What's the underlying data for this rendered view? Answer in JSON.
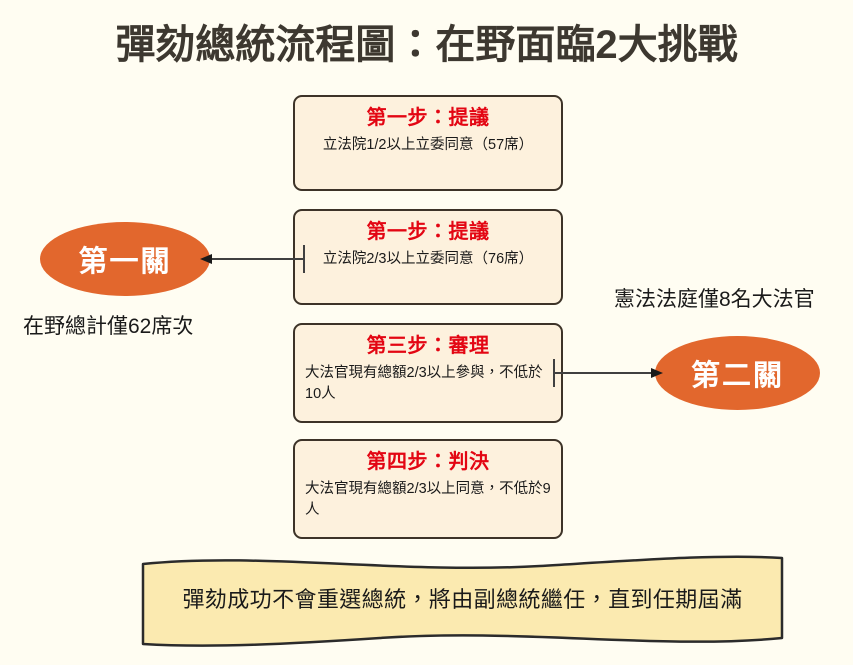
{
  "page": {
    "title": "彈劾總統流程圖：在野面臨2大挑戰",
    "background_color": "#fffdf2",
    "title_color": "#3d3830"
  },
  "colors": {
    "box_fill": "#fdf1dd",
    "box_border": "#3d3328",
    "step_title": "#e30613",
    "gate_fill": "#e2672d",
    "gate_text": "#ffffff",
    "banner_fill": "#fbeab0",
    "banner_border": "#2b2b2b",
    "arrow": "#404040"
  },
  "steps": [
    {
      "title": "第一步：提議",
      "desc": "立法院1/2以上立委同意（57席）",
      "align": "centered"
    },
    {
      "title": "第一步：提議",
      "desc": "立法院2/3以上立委同意（76席）",
      "align": "centered"
    },
    {
      "title": "第三步：審理",
      "desc": "大法官現有總額2/3以上參與，不低於10人",
      "align": "left"
    },
    {
      "title": "第四步：判決",
      "desc": "大法官現有總額2/3以上同意，不低於9人",
      "align": "left"
    }
  ],
  "gates": [
    {
      "label": "第一關",
      "caption": "在野總計僅62席次"
    },
    {
      "label": "第二關",
      "caption": "憲法法庭僅8名大法官"
    }
  ],
  "banner": {
    "text": "彈劾成功不會重選總統，將由副總統繼任，直到任期屆滿"
  },
  "arrows": [
    {
      "name": "arrow-left",
      "direction": "left",
      "from": "step-2",
      "to": "gate-1"
    },
    {
      "name": "arrow-right",
      "direction": "right",
      "from": "step-3",
      "to": "gate-2"
    }
  ]
}
